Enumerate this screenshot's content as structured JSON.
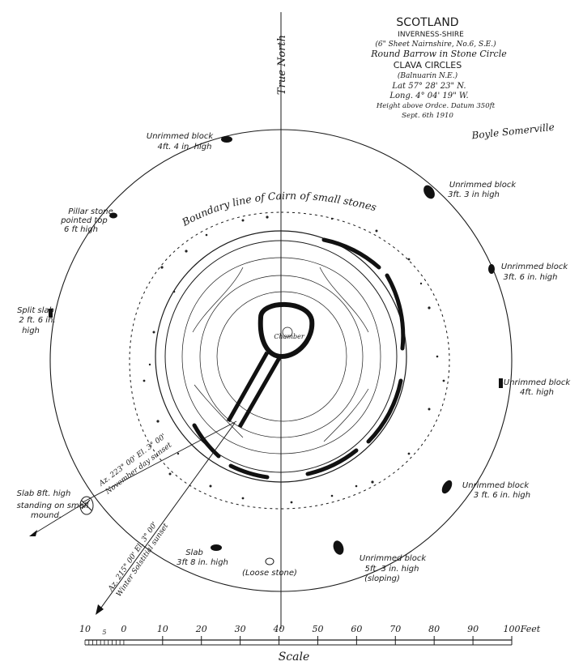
{
  "header": {
    "country": "SCOTLAND",
    "county": "INVERNESS-SHIRE",
    "sheet": "(6\" Sheet Nairnshire, No.6, S.E.)",
    "monument": "Round Barrow in Stone Circle",
    "site": "CLAVA CIRCLES",
    "site_sub": "(Balnuarin N.E.)",
    "latitude": "Lat 57° 28' 23\" N.",
    "longitude": "Long. 4° 04' 19\" W.",
    "height": "Height above Ordce. Datum 350ft",
    "date": "Sept. 6th 1910",
    "signature": "Boyle Somerville"
  },
  "north_label": "True North",
  "cairn_label": "Boundary line of Cairn of small stones",
  "chamber_label": "Chamber",
  "stones": [
    {
      "name": "stone-nw",
      "line1": "Unrimmed block",
      "line2": "4ft. 4 in. high"
    },
    {
      "name": "stone-ne",
      "line1": "Unrimmed block",
      "line2": "3ft. 3 in high"
    },
    {
      "name": "stone-pillar",
      "line1": "Pillar stone",
      "line2": "pointed top",
      "line3": "6 ft high"
    },
    {
      "name": "stone-e1",
      "line1": "Unrimmed block",
      "line2": "3ft. 6 in. high"
    },
    {
      "name": "stone-w",
      "line1": "Split slab",
      "line2": "2 ft. 6 in.",
      "line3": "high"
    },
    {
      "name": "stone-e2",
      "line1": "Unrimmed block",
      "line2": "4ft. high"
    },
    {
      "name": "stone-se1",
      "line1": "Unrimmed block",
      "line2": "3 ft. 6 in. high"
    },
    {
      "name": "stone-sw",
      "line1": "Slab",
      "line2": "3ft 8 in. high"
    },
    {
      "name": "stone-se2",
      "line1": "Unrimmed block",
      "line2": "5ft. 3 in. high",
      "line3": "(sloping)"
    }
  ],
  "outlier": {
    "line1": "Slab 8ft. high",
    "line2": "standing on small",
    "line3": "mound."
  },
  "loose_stone": "(Loose stone)",
  "alignments": [
    {
      "name": "alignment-november",
      "line1": "Az. 223° 00' El. 3° 00'",
      "line2": "November day sunset"
    },
    {
      "name": "alignment-winter",
      "line1": "Az. 215° 00' El. 3° 00'",
      "line2": "Winter Solstitial sunset"
    }
  ],
  "scale": {
    "ticks": [
      "10",
      "5",
      "0",
      "10",
      "20",
      "30",
      "40",
      "50",
      "60",
      "70",
      "80",
      "90",
      "100"
    ],
    "unit": "Feet",
    "caption": "Scale"
  }
}
